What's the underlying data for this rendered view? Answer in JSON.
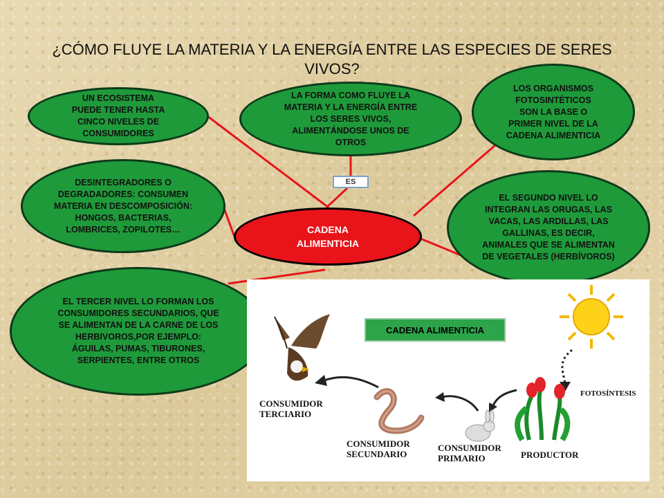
{
  "title": "¿CÓMO FLUYE LA MATERIA Y LA ENERGÍA ENTRE LAS ESPECIES DE SERES VIVOS?",
  "center": "CADENA ALIMENTICIA",
  "connector_label": "ES",
  "nodes": {
    "niveles": "UN ECOSISTEMA PUEDE TENER HASTA CINCO NIVELES DE CONSUMIDORES",
    "forma": "LA FORMA COMO FLUYE LA MATERIA Y LA ENERGÍA ENTRE LOS SERES VIVOS, ALIMENTÁNDOSE UNOS DE OTROS",
    "fotosinteticos": "LOS ORGANISMOS FOTOSINTÉTICOS SON LA BASE O PRIMER NIVEL DE LA CADENA ALIMENTICIA",
    "desintegradores": "DESINTEGRADORES O DEGRADADORES: CONSUMEN MATERIA EN DESCOMPOSICIÓN: HONGOS, BACTERIAS, LOMBRICES, ZOPILOTES…",
    "segundo": "EL SEGUNDO NIVEL LO INTEGRAN LAS ORUGAS, LAS VACAS, LAS ARDILLAS, LAS GALLINAS, ES DECIR, ANIMALES QUE SE ALIMENTAN DE VEGETALES (HERBÍVOROS)",
    "tercer": "EL TERCER NIVEL LO FORMAN LOS CONSUMIDORES SECUNDARIOS, QUE SE ALIMENTAN DE LA CARNE DE LOS HERBIVOROS,POR EJEMPLO: ÁGUILAS, PUMAS, TIBURONES, SERPIENTES, ENTRE OTROS"
  },
  "illustration": {
    "header": "CADENA ALIMENTICIA",
    "fotosintesis": "FOTOSÍNTESIS",
    "terciario": "CONSUMIDOR TERCIARIO",
    "secundario": "CONSUMIDOR SECUNDARIO",
    "primario": "CONSUMIDOR PRIMARIO",
    "productor": "PRODUCTOR"
  },
  "colors": {
    "node_fill": "#1f9a3a",
    "center_fill": "#e8141a",
    "connector": "#e8141a"
  }
}
